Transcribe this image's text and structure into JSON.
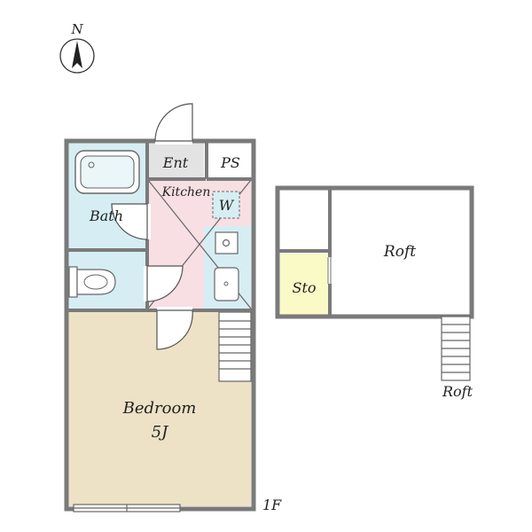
{
  "compass": {
    "label": "N"
  },
  "rooms": {
    "bath": "Bath",
    "entrance": "Ent",
    "pipe_space": "PS",
    "kitchen": "Kitchen",
    "washer": "W",
    "bedroom": "Bedroom",
    "bedroom_size": "5J",
    "loft": "Roft",
    "storage": "Sto",
    "loft_ladder": "Roft"
  },
  "floor_label": "1F",
  "colors": {
    "bath": "#d6eef3",
    "kitchen": "#f7dfe4",
    "entrance": "#e3e3e3",
    "bedroom": "#ede2c6",
    "storage": "#fafac6",
    "wall": "#7a7a7a"
  }
}
